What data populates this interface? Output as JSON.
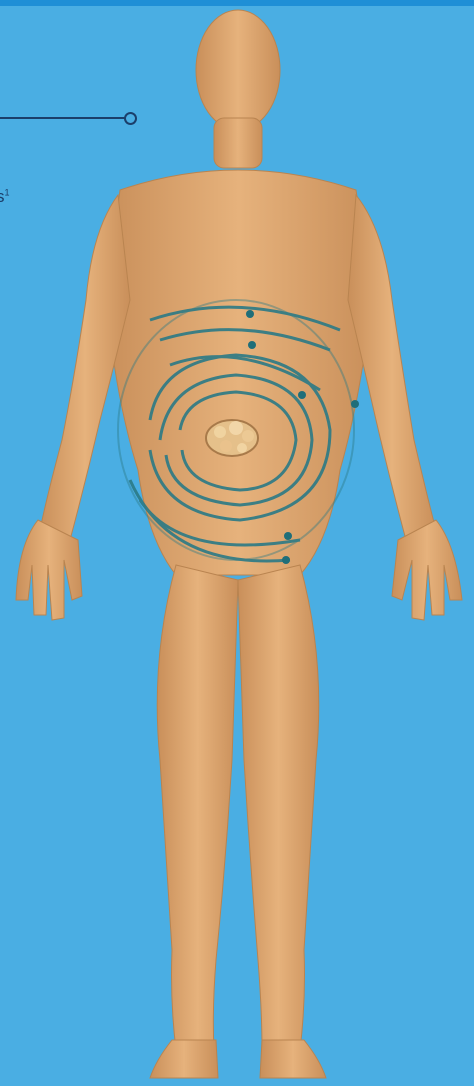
{
  "callout": {
    "text": "s",
    "superscript": "1"
  },
  "colors": {
    "background": "#4aaee3",
    "top_bar": "#1f8fd6",
    "callout_line": "#1b3f6b",
    "skin": "#e0ab74",
    "skin_shadow": "#c9925e",
    "rings": "#2b7a86",
    "ring_dots": "#1f6e79"
  },
  "illustration": {
    "subject": "human-body-front",
    "overlay": "abdominal-rings",
    "center_element": "intestinal-mass"
  }
}
